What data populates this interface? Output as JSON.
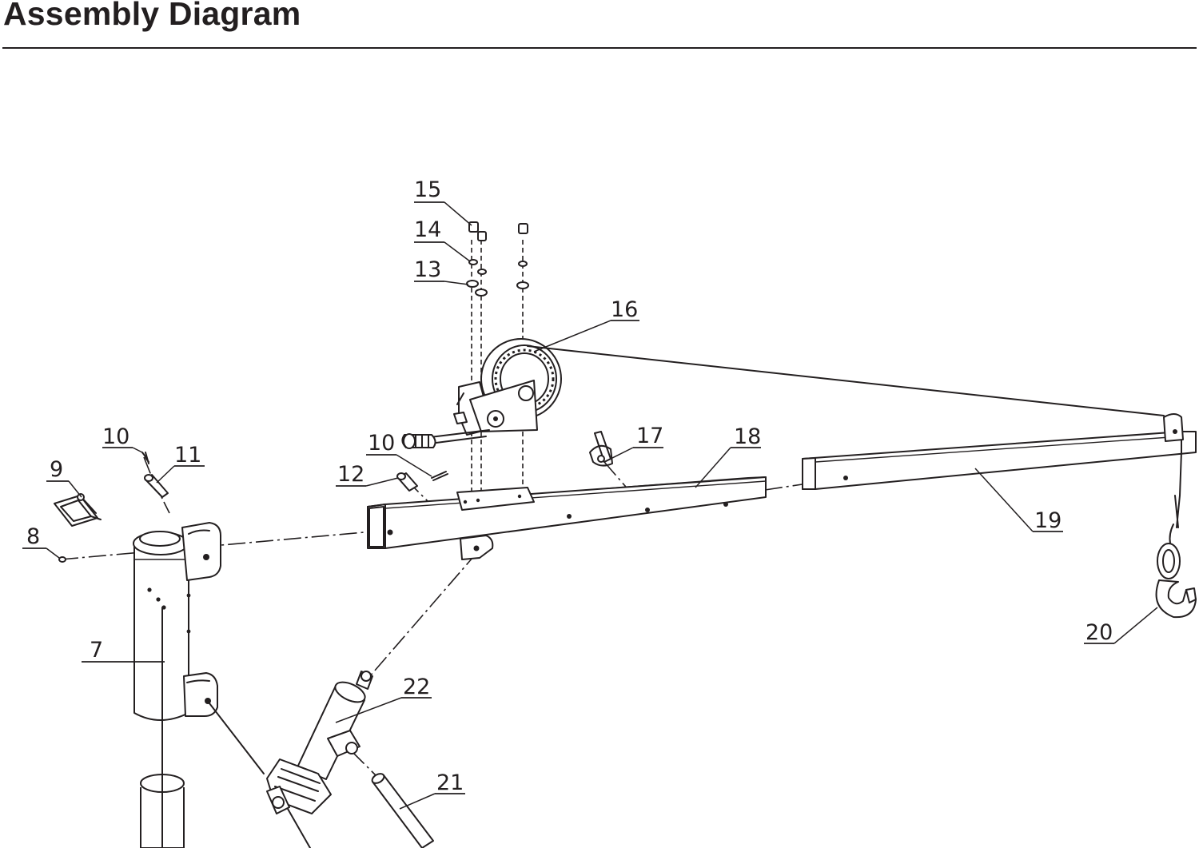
{
  "header": {
    "title": "Assembly Diagram"
  },
  "parts": [
    {
      "id": "p7",
      "number": "7"
    },
    {
      "id": "p8",
      "number": "8"
    },
    {
      "id": "p9",
      "number": "9"
    },
    {
      "id": "p10a",
      "number": "10"
    },
    {
      "id": "p10b",
      "number": "10"
    },
    {
      "id": "p11",
      "number": "11"
    },
    {
      "id": "p12",
      "number": "12"
    },
    {
      "id": "p13",
      "number": "13"
    },
    {
      "id": "p14",
      "number": "14"
    },
    {
      "id": "p15",
      "number": "15"
    },
    {
      "id": "p16",
      "number": "16"
    },
    {
      "id": "p17",
      "number": "17"
    },
    {
      "id": "p18",
      "number": "18"
    },
    {
      "id": "p19",
      "number": "19"
    },
    {
      "id": "p20",
      "number": "20"
    },
    {
      "id": "p21",
      "number": "21"
    },
    {
      "id": "p22",
      "number": "22"
    }
  ]
}
